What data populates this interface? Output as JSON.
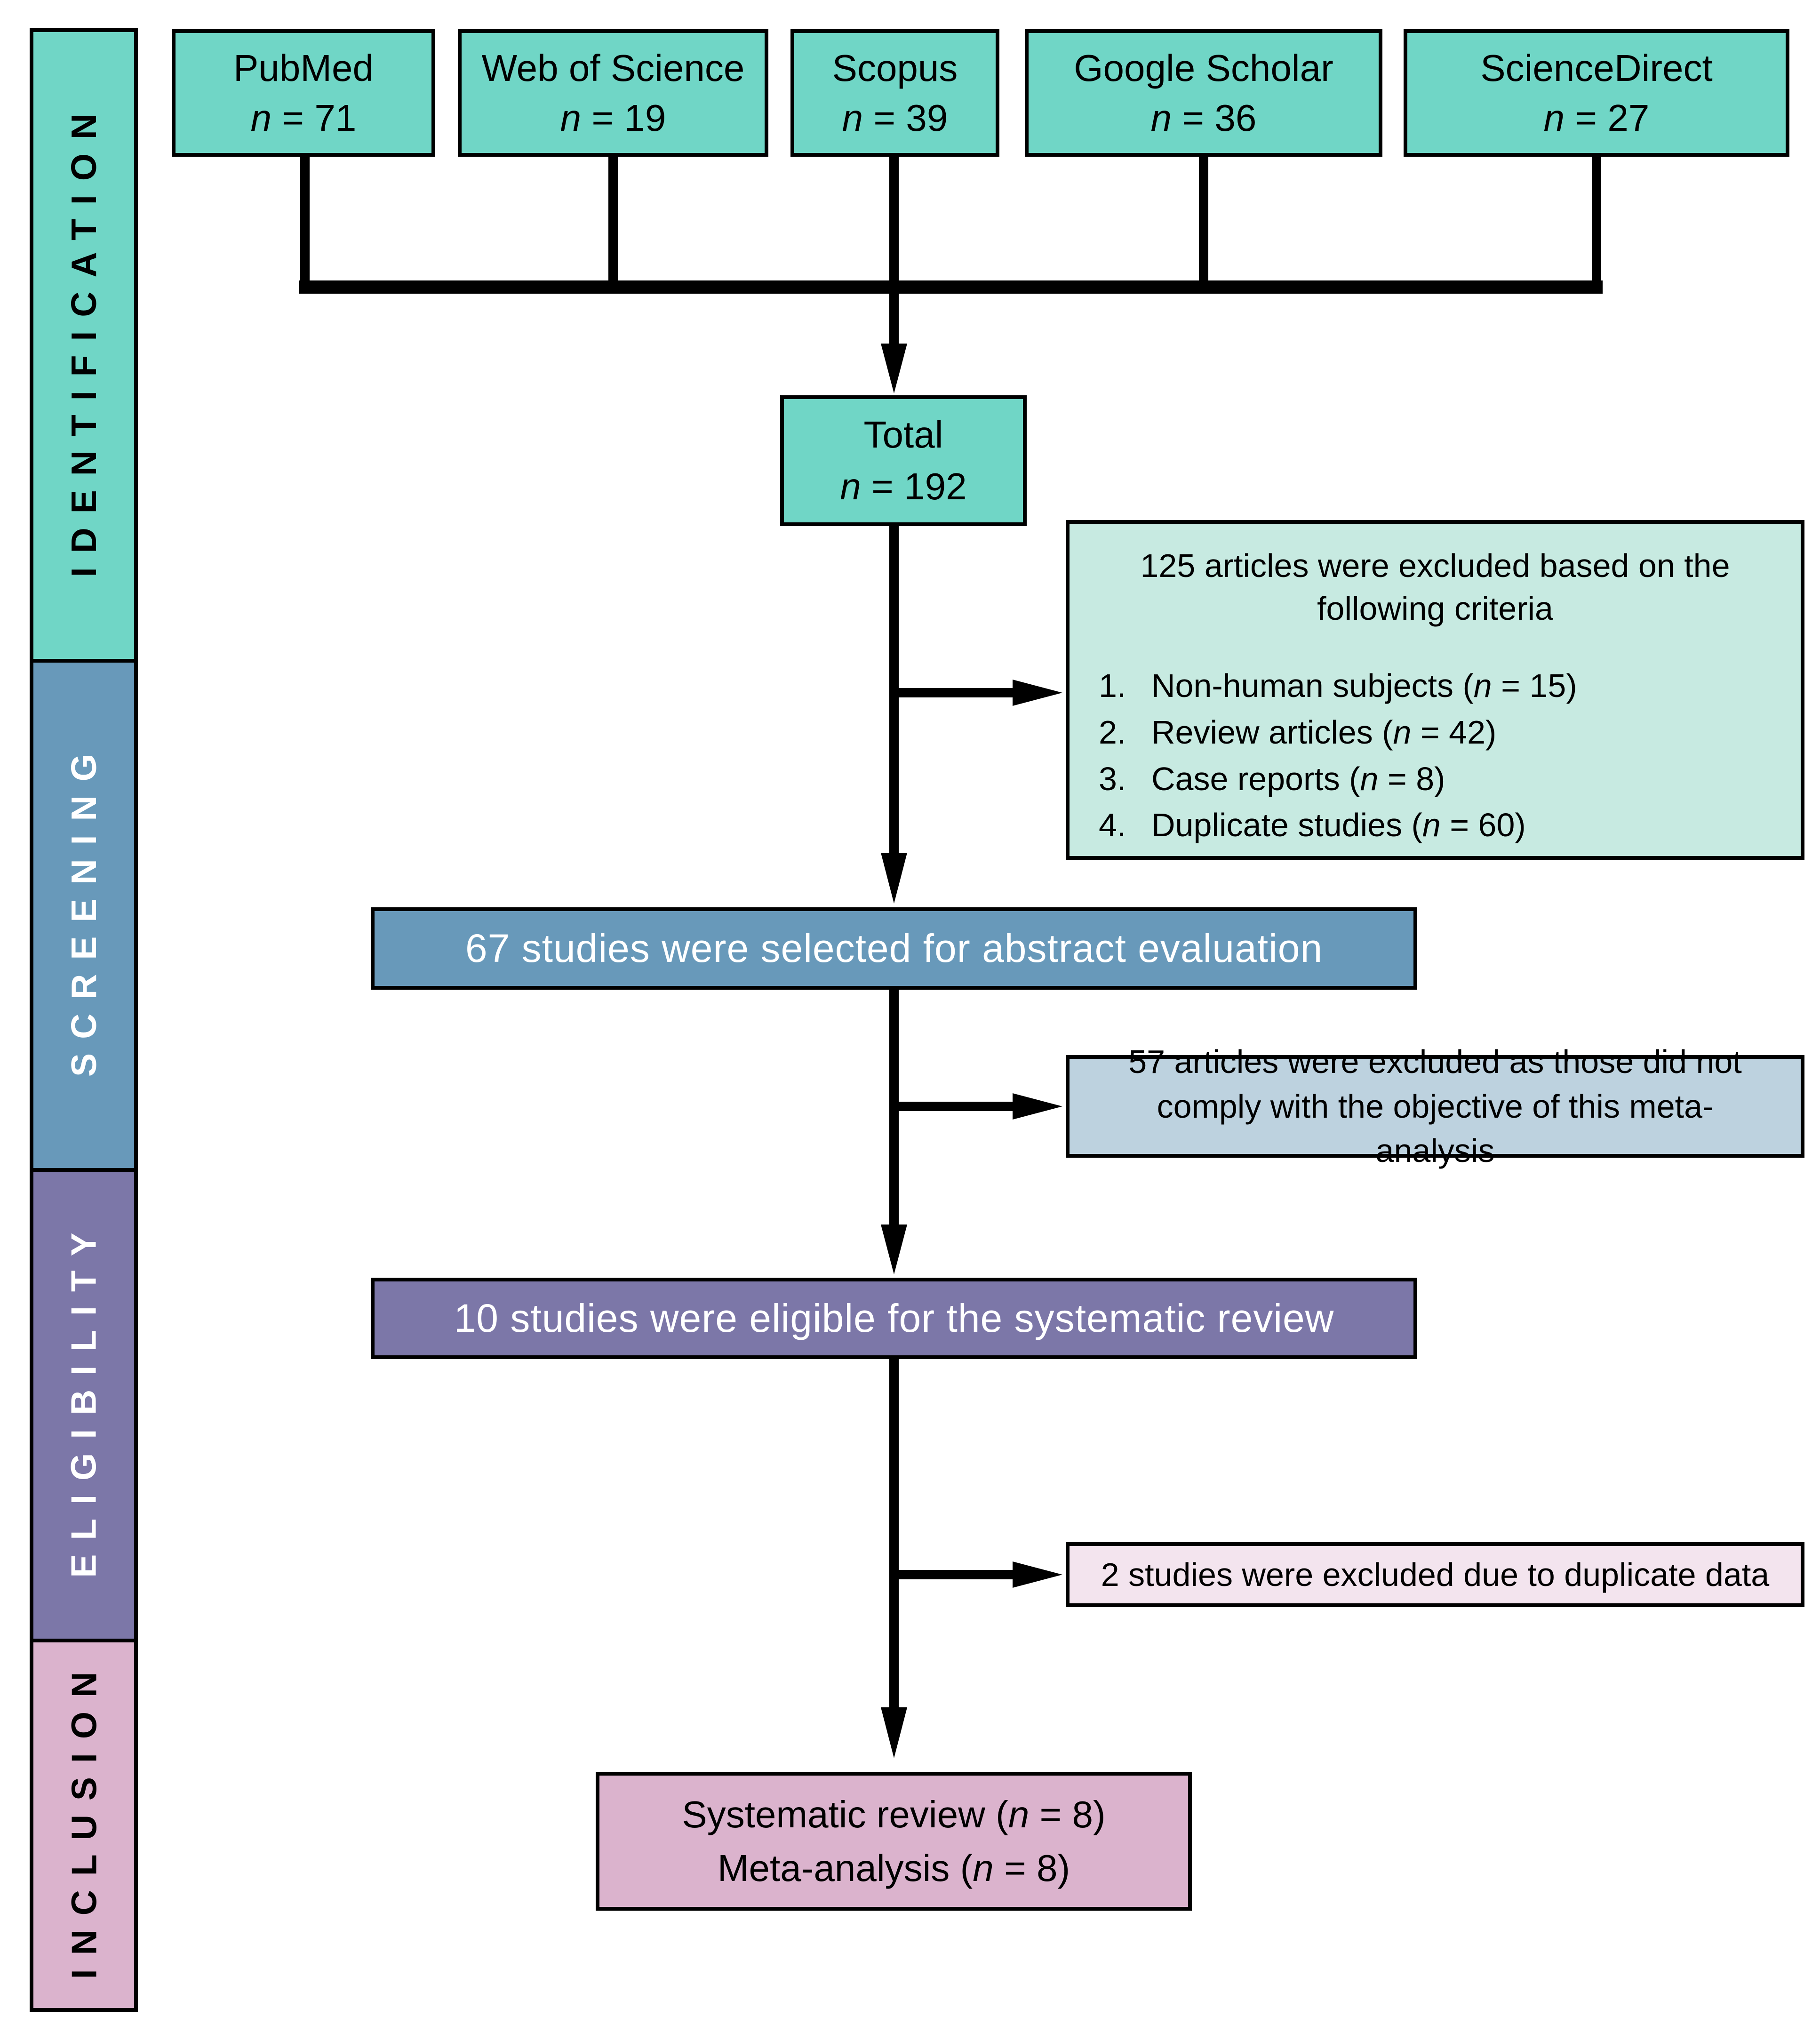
{
  "palette": {
    "teal": "#70D6C6",
    "light_teal": "#C7EAE1",
    "steel_blue": "#6899BA",
    "light_blue": "#BDD2DF",
    "purple": "#7C77A8",
    "light_pink": "#F3E4EE",
    "pink": "#DBB3CD",
    "line_black": "#000000"
  },
  "sidebar": {
    "stages": [
      {
        "label": "IDENTIFICATION",
        "fill": "#70D6C6",
        "text_color": "#000000"
      },
      {
        "label": "SCREENING",
        "fill": "#6899BA",
        "text_color": "#ffffff"
      },
      {
        "label": "ELIGIBILITY",
        "fill": "#7C77A8",
        "text_color": "#ffffff"
      },
      {
        "label": "INCLUSION",
        "fill": "#DBB3CD",
        "text_color": "#000000"
      }
    ]
  },
  "sources": [
    {
      "label": "PubMed",
      "n_italic": "n",
      "n_rest": "= 71"
    },
    {
      "label": "Web of Science",
      "n_italic": "n",
      "n_rest": "= 19"
    },
    {
      "label": "Scopus",
      "n_italic": "n",
      "n_rest": "= 39"
    },
    {
      "label": "Google Scholar",
      "n_italic": "n",
      "n_rest": "= 36"
    },
    {
      "label": "ScienceDirect",
      "n_italic": "n",
      "n_rest": "= 27"
    }
  ],
  "total": {
    "label": "Total",
    "n_italic": "n",
    "n_rest": "= 192"
  },
  "exclusion1": {
    "heading": "125 articles were excluded based on the following criteria",
    "items": [
      {
        "num": "1.",
        "pre": "Non-human subjects (",
        "it": "n",
        "post": " = 15)"
      },
      {
        "num": "2.",
        "pre": "Review articles (",
        "it": "n",
        "post": " = 42)"
      },
      {
        "num": "3.",
        "pre": "Case reports (",
        "it": "n",
        "post": " = 8)"
      },
      {
        "num": "4.",
        "pre": "Duplicate studies (",
        "it": "n",
        "post": " = 60)"
      }
    ]
  },
  "screening_box": {
    "text": "67 studies were selected for abstract evaluation"
  },
  "exclusion2": {
    "text": "57 articles were excluded as those did not comply with the objective of this meta-analysis"
  },
  "eligibility_box": {
    "text": "10 studies were eligible for the systematic review"
  },
  "exclusion3": {
    "text": "2 studies were excluded due to duplicate data"
  },
  "inclusion_box": {
    "lines": [
      {
        "pre": "Systematic review (",
        "it": "n",
        "post": " = 8)"
      },
      {
        "pre": "Meta-analysis (",
        "it": "n",
        "post": " = 8)"
      }
    ]
  }
}
